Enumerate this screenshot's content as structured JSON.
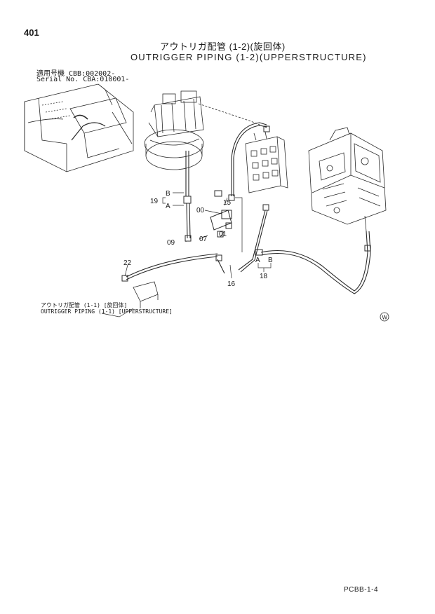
{
  "page": {
    "number": "401",
    "title_ja": "アウトリガ配管 (1-2)(旋回体)",
    "title_en": "OUTRIGGER PIPING (1-2)(UPPERSTRUCTURE)",
    "serial_line1": "適用号機 CBB:002002-",
    "serial_line2": "Serial No. CBA:010001-",
    "ref_ja": "アウトリガ配管 (1-1) [旋回体]",
    "ref_en": "OUTRIGGER PIPING (1-1) [UPPERSTRUCTURE]",
    "doc_code": "PCBB-1-4",
    "mark": "W"
  },
  "callouts": {
    "c19": "19",
    "cB_left": "B",
    "cA_left": "A",
    "c15": "15",
    "c00": "00",
    "c01": "01",
    "c07": "07",
    "c09": "09",
    "c22": "22",
    "c16": "16",
    "cA_right": "A",
    "cB_right": "B",
    "c18": "18"
  }
}
